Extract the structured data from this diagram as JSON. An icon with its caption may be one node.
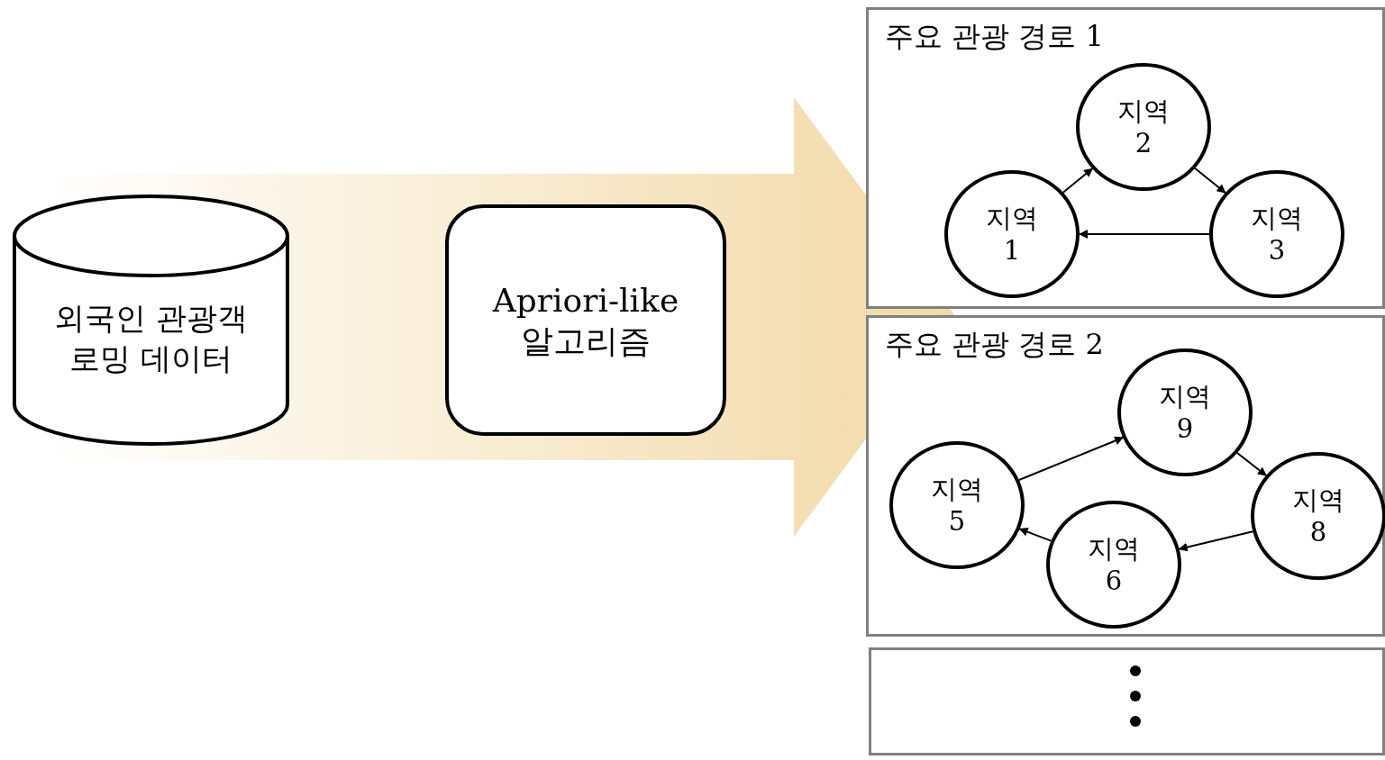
{
  "diagram": {
    "nodes": [
      {
        "text": [
          "외국인 관광객 로밍 데이터"
        ]
      },
      {
        "text": [
          "Apriori-like 알고리즘"
        ]
      },
      {
        "text": [
          "주요 관광 경로 1"
        ]
      },
      {
        "text": [
          "지역 1"
        ],
        "in": 2
      },
      {
        "text": [
          "지역 2"
        ],
        "in": 2
      },
      {
        "text": [
          "지역 3"
        ],
        "in": 2
      },
      {
        "text": [
          "주요 관광 경로 2"
        ]
      },
      {
        "text": [
          "지역 5"
        ],
        "in": 6
      },
      {
        "text": [
          "지역 9"
        ],
        "in": 6
      },
      {
        "text": [
          "지역 8"
        ],
        "in": 6
      },
      {
        "text": [
          "지역 6"
        ],
        "in": 6
      },
      {
        "text": [],
        "shape": "box"
      }
    ],
    "edges": [
      {
        "from": 3,
        "to": 4,
        "arrow": "to"
      },
      {
        "from": 4,
        "to": 5,
        "arrow": "to"
      },
      {
        "from": 5,
        "to": 3,
        "arrow": "to"
      },
      {
        "from": 7,
        "to": 8,
        "arrow": "to"
      },
      {
        "from": 8,
        "to": 9,
        "arrow": "to"
      },
      {
        "from": 9,
        "to": 10,
        "arrow": "to"
      },
      {
        "from": 10,
        "to": 7,
        "arrow": "to"
      },
      {
        "from": 0,
        "to": 2,
        "arrow": "to",
        "style": "thick"
      },
      {
        "from": 0,
        "to": 6,
        "arrow": "to",
        "style": "thick"
      }
    ]
  }
}
